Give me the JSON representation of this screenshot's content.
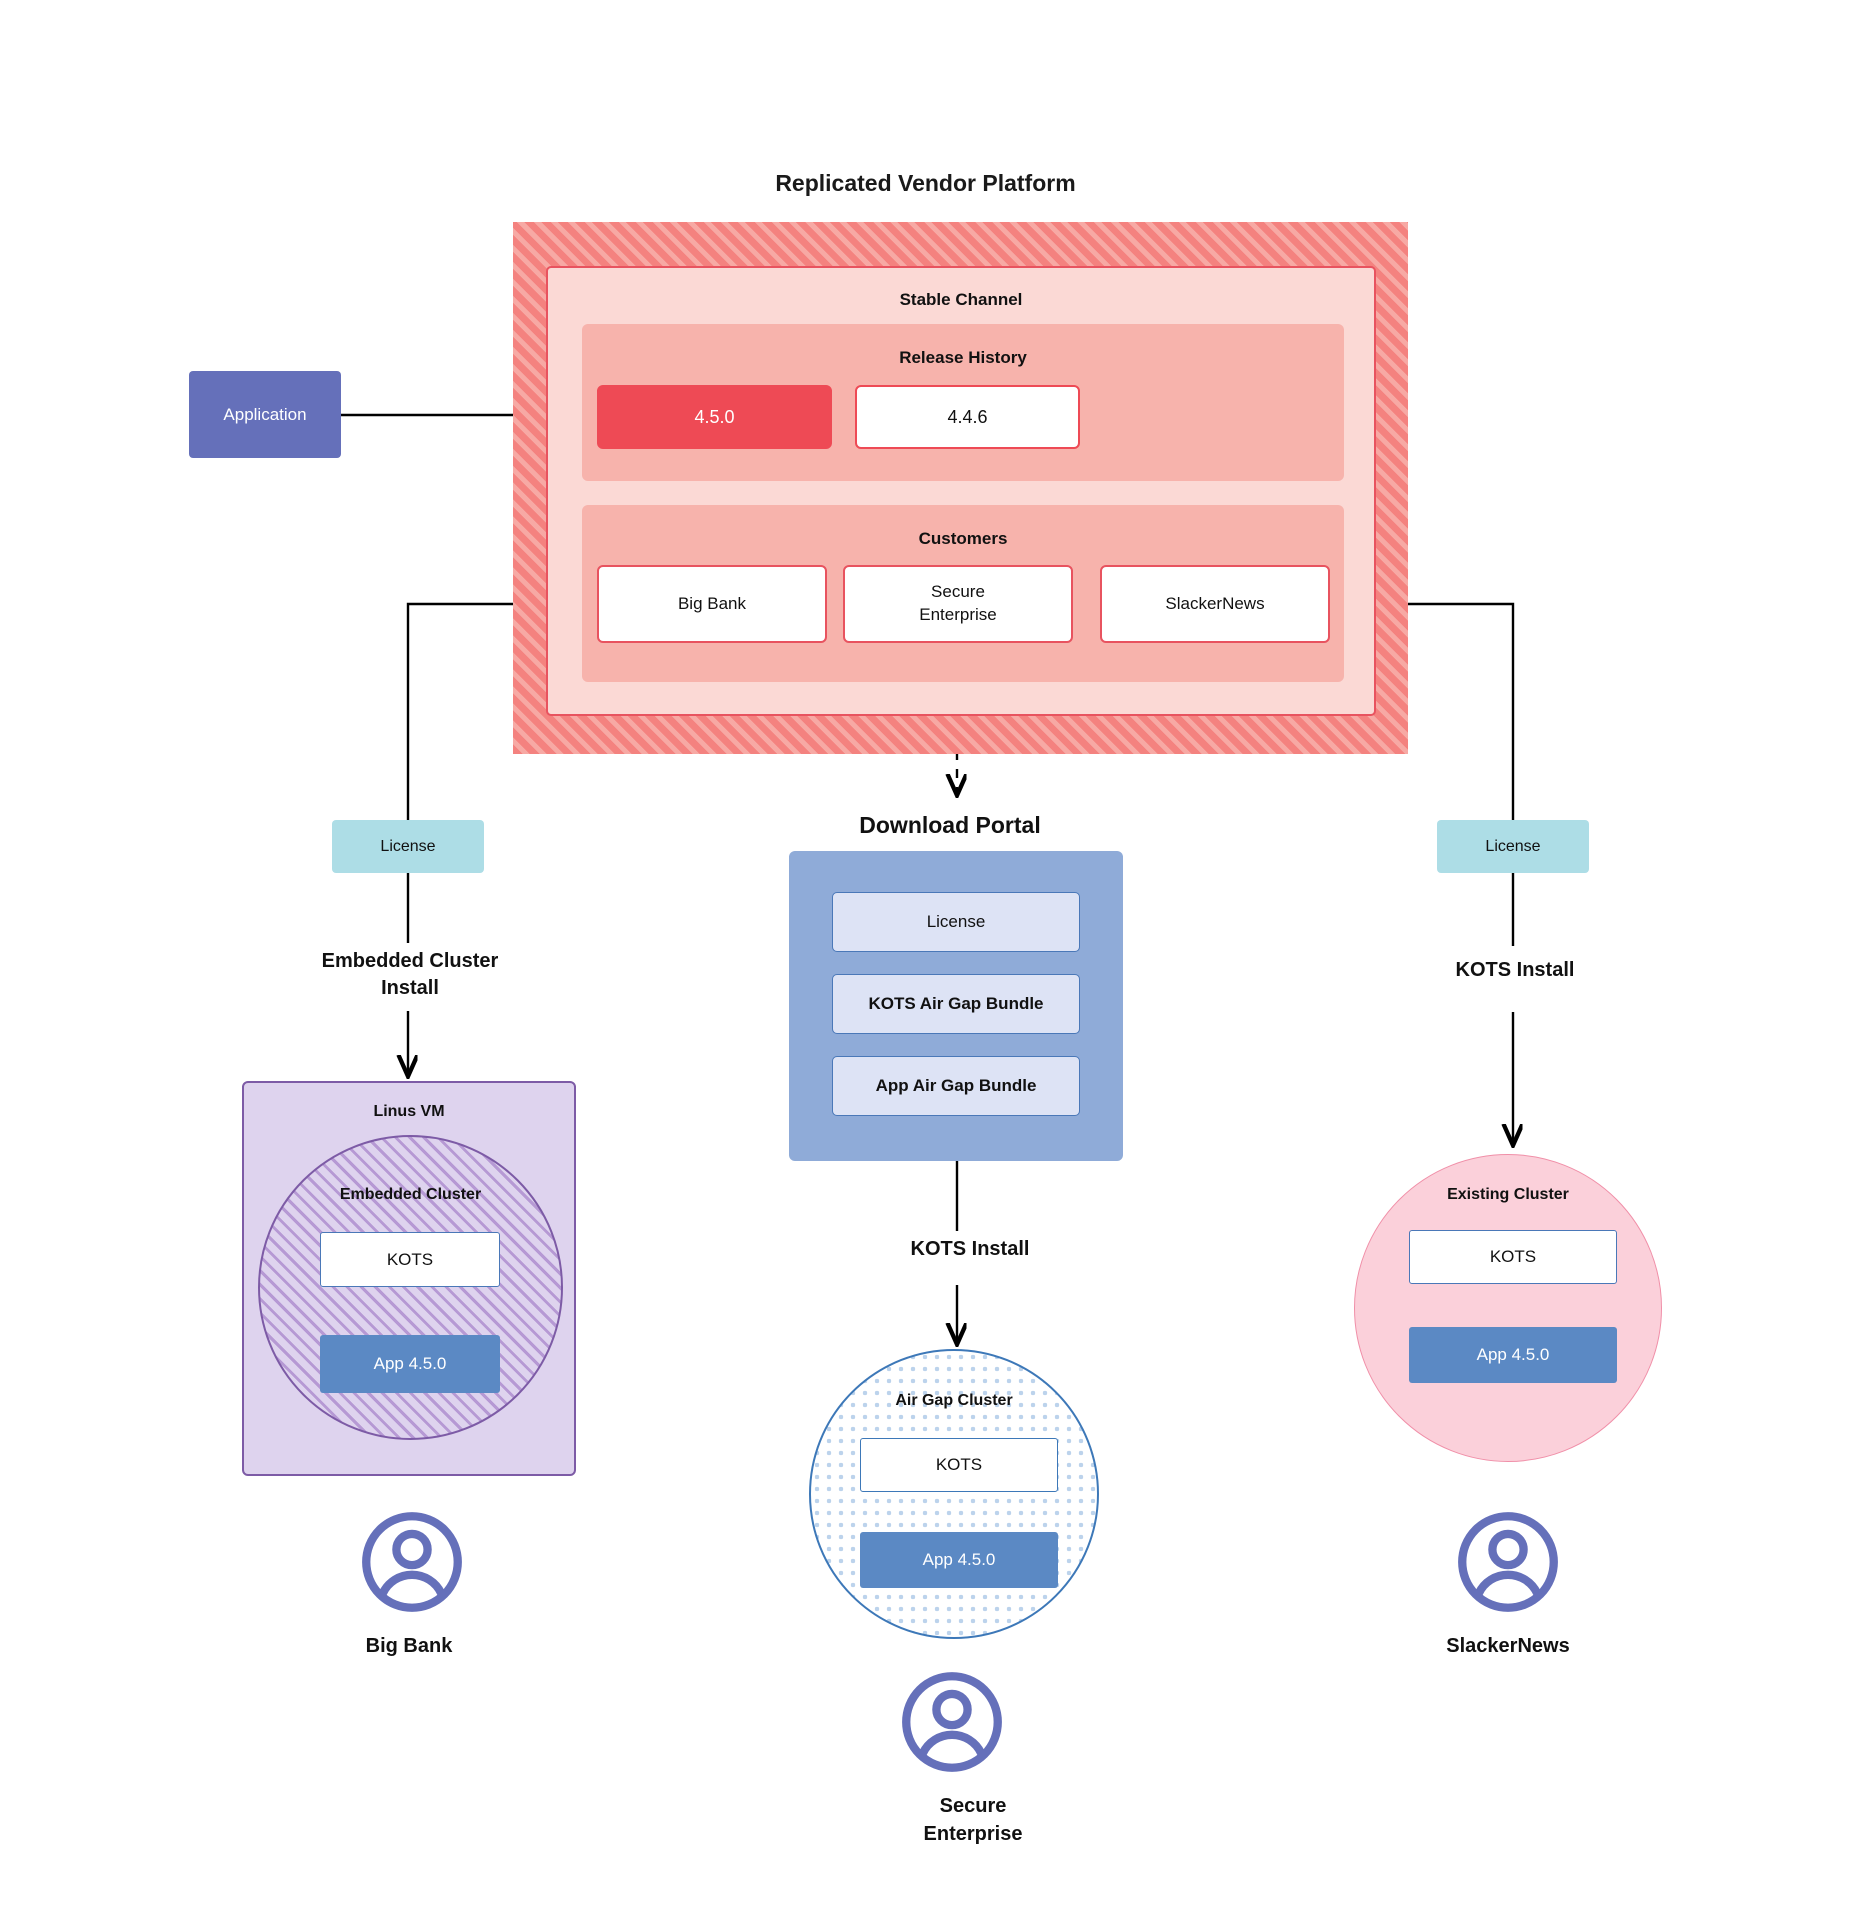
{
  "diagram": {
    "title": "Replicated Vendor Platform",
    "source": {
      "label": "Application"
    },
    "vendor_platform": {
      "channel": {
        "label": "Stable Channel"
      },
      "release_history": {
        "label": "Release History",
        "releases": [
          {
            "version": "4.5.0",
            "state": "current"
          },
          {
            "version": "4.4.6",
            "state": "previous"
          }
        ]
      },
      "customers": {
        "label": "Customers",
        "items": [
          {
            "name": "Big Bank"
          },
          {
            "name": "Secure\nEnterprise"
          },
          {
            "name": "SlackerNews"
          }
        ]
      }
    },
    "licenses": {
      "left": "License",
      "right": "License"
    },
    "download_portal": {
      "title": "Download  Portal",
      "items": [
        {
          "label": "License"
        },
        {
          "label": "KOTS Air Gap Bundle"
        },
        {
          "label": "App Air Gap Bundle"
        }
      ]
    },
    "install_paths": {
      "left": "Embedded Cluster\nInstall",
      "middle": "KOTS Install",
      "right": "KOTS Install"
    },
    "targets": {
      "left": {
        "host_label": "Linus VM",
        "cluster_label": "Embedded Cluster",
        "kots_label": "KOTS",
        "app_label": "App 4.5.0"
      },
      "middle": {
        "cluster_label": "Air Gap Cluster",
        "kots_label": "KOTS",
        "app_label": "App 4.5.0"
      },
      "right": {
        "cluster_label": "Existing Cluster",
        "kots_label": "KOTS",
        "app_label": "App 4.5.0"
      }
    },
    "personas": [
      {
        "name": "Big Bank"
      },
      {
        "name": "Secure\nEnterprise"
      },
      {
        "name": "SlackerNews"
      }
    ],
    "colors": {
      "platform_hatch": "#f4827f",
      "channel_bg": "#fbd9d5",
      "panel_bg": "#f7b3ac",
      "accent_red": "#ee4a55",
      "application_blue": "#6570ba",
      "license_teal": "#addde6",
      "portal_blue": "#8fabd8",
      "portal_item_blue": "#dde3f5",
      "app_blue": "#5b89c4",
      "vm_purple": "#ded3ee",
      "vm_border": "#7d5ba6",
      "existing_pink": "#fbd0da",
      "airgap_border": "#3d78b8",
      "persona_blue": "#6570ba"
    }
  }
}
